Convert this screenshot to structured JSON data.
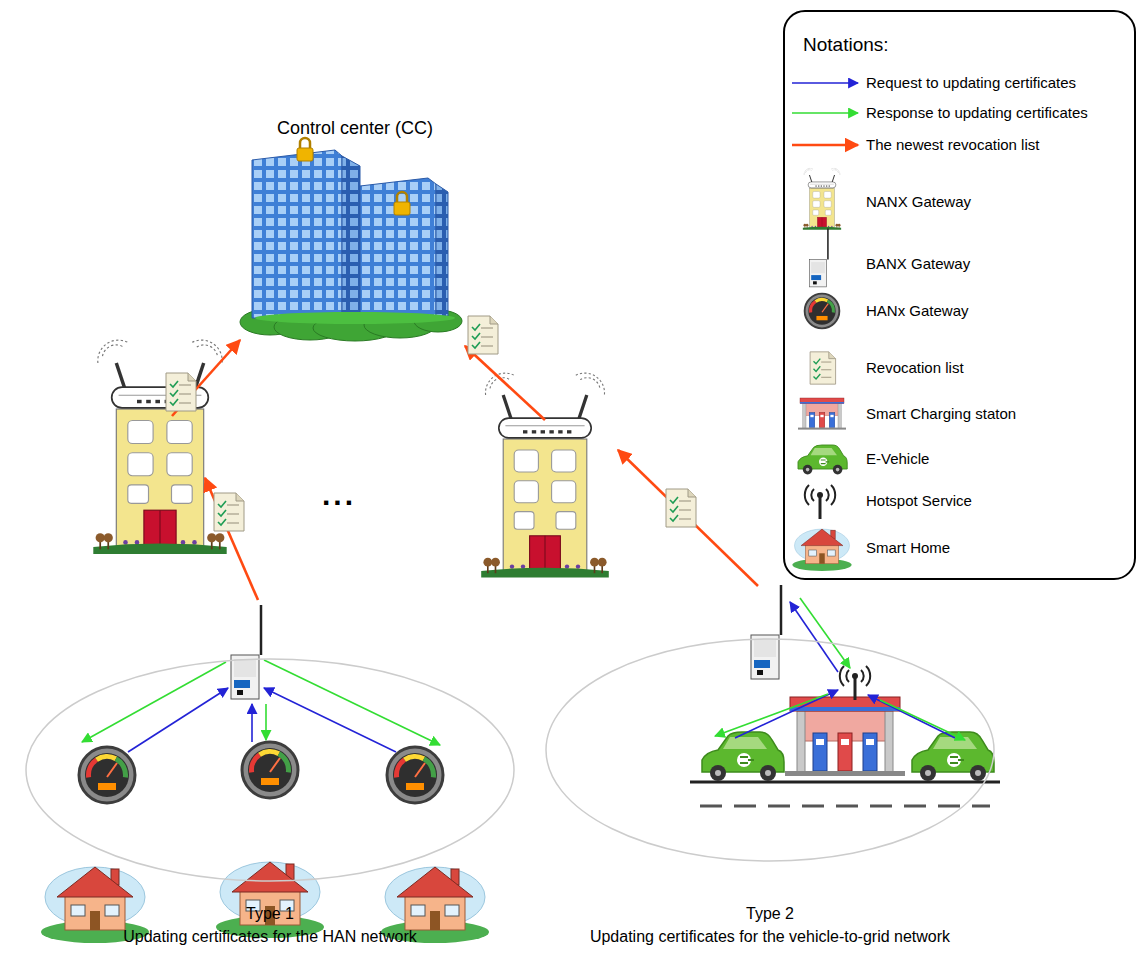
{
  "diagram": {
    "nodes": [
      {
        "text": [
          "Control center (CC)"
        ]
      },
      {
        "text": [
          "Notations:"
        ]
      },
      {
        "text": [
          "Type 1",
          "Updating certificates for the HAN network"
        ]
      },
      {
        "text": [
          "Type 2",
          "Updating certificates for the vehicle-to-grid network"
        ]
      }
    ],
    "labels": [
      "..."
    ],
    "legend": [
      {
        "text": "Request to updating certificates"
      },
      {
        "text": "Response to updating certificates"
      },
      {
        "text": "The newest revocation list"
      },
      {
        "text": "NANX Gateway"
      },
      {
        "text": "BANX Gateway"
      },
      {
        "text": "HANx Gateway"
      },
      {
        "text": "Revocation list"
      },
      {
        "text": "Smart Charging staton"
      },
      {
        "text": "E-Vehicle"
      },
      {
        "text": "Hotspot Service"
      },
      {
        "text": "Smart Home"
      }
    ]
  }
}
